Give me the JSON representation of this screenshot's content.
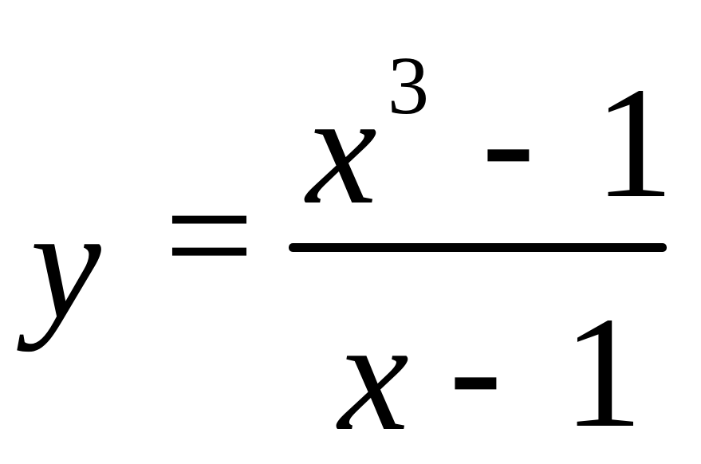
{
  "equation": {
    "lhs": "y",
    "equals": "=",
    "numerator": {
      "base": "x",
      "exponent": "3",
      "operator": "-",
      "constant": "1"
    },
    "denominator": {
      "base": "x",
      "operator": "-",
      "constant": "1"
    }
  }
}
